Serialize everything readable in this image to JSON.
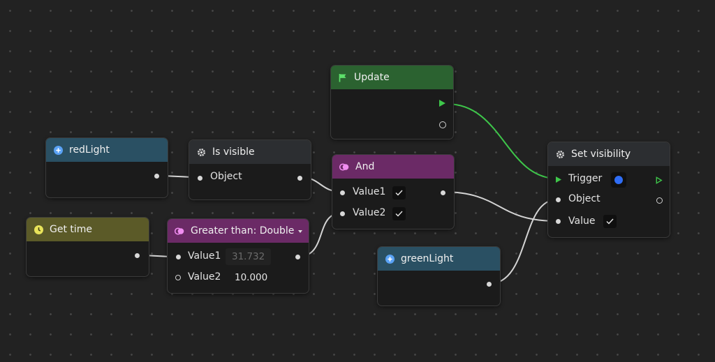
{
  "colors": {
    "canvas": "#222222",
    "exec_wire": "#3ec64a",
    "data_wire": "#d4d4d4",
    "node_blue": "#2a5063",
    "node_gray": "#2c2e31",
    "node_purple": "#6b2a66",
    "node_olive": "#5b5a28",
    "node_green": "#2b6230",
    "color_swatch": "#2f6df5"
  },
  "nodes": {
    "redlight": {
      "title": "redLight",
      "icon": "plus-circle-icon"
    },
    "is_visible": {
      "title": "Is visible",
      "icon": "gear-icon",
      "object_label": "Object"
    },
    "get_time": {
      "title": "Get time",
      "icon": "clock-icon"
    },
    "greater_than": {
      "title": "Greater than: Double",
      "icon": "compare-icon",
      "value1_label": "Value1",
      "value1": "31.732",
      "value2_label": "Value2",
      "value2": "10.000"
    },
    "update": {
      "title": "Update",
      "icon": "flag-icon"
    },
    "and": {
      "title": "And",
      "icon": "compare-icon",
      "value1_label": "Value1",
      "value2_label": "Value2"
    },
    "green_light": {
      "title": "greenLight",
      "icon": "plus-circle-icon"
    },
    "set_visibility": {
      "title": "Set visibility",
      "icon": "gear-icon",
      "trigger_label": "Trigger",
      "object_label": "Object",
      "value_label": "Value"
    }
  }
}
